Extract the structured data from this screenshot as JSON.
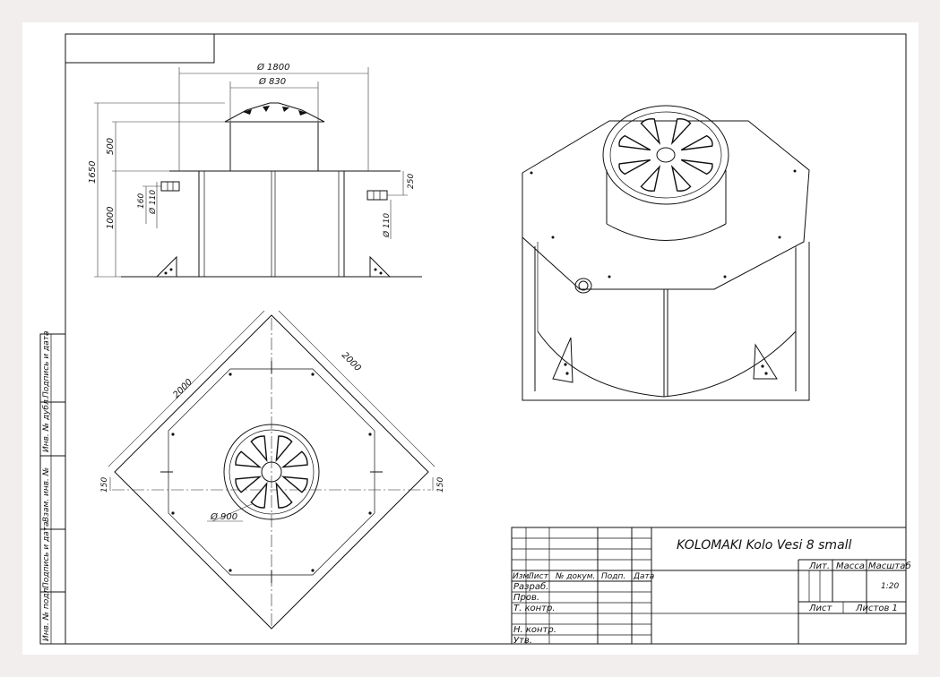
{
  "dimensions": {
    "d1800": "Ø 1800",
    "d830": "Ø 830",
    "h1650": "1650",
    "h500": "500",
    "h1000": "1000",
    "h160": "160",
    "d110_left": "Ø 110",
    "h250": "250",
    "d110_right": "Ø 110",
    "w2000_left": "2000",
    "w2000_right": "2000",
    "w150_left": "150",
    "w150_right": "150",
    "d900": "Ø 900"
  },
  "side_stamp": {
    "inv_podl": "Инв. № подл.",
    "podp_data_1": "Подпись и дата",
    "vzam_inv": "Взам. инв. №",
    "inv_dubl": "Инв. № дубл.",
    "podp_data_2": "Подпись и дата"
  },
  "title_block": {
    "title": "KOLOMAKI Kolo Vesi 8 small",
    "col_izm": "Изм.",
    "col_list": "Лист",
    "col_docum": "№ докум.",
    "col_podp": "Подп.",
    "col_data": "Дата",
    "row_razrab": "Разраб.",
    "row_prov": "Пров.",
    "row_tkontr": "Т. контр.",
    "row_nkontr": "Н. контр.",
    "row_utv": "Утв.",
    "lit": "Лит.",
    "massa": "Масса",
    "masshtab": "Масштаб",
    "scale_value": "1:20",
    "list": "Лист",
    "listov": "Листов 1"
  }
}
